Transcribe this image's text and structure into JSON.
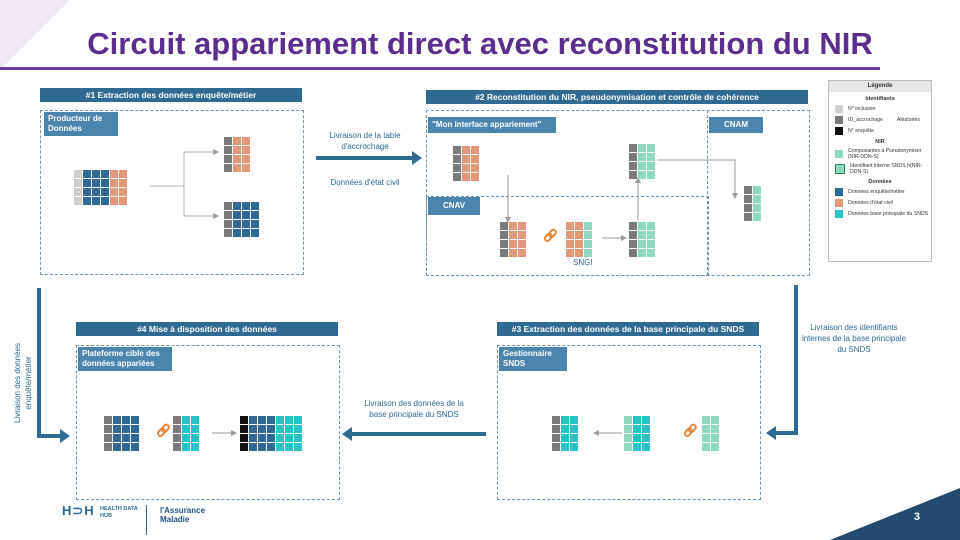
{
  "title": "Circuit appariement direct avec reconstitution du NIR",
  "page_number": "3",
  "sections": {
    "s1": {
      "header": "#1 Extraction des données enquête/métier",
      "box_label": "Producteur de Données"
    },
    "s2": {
      "header": "#2 Reconstitution du NIR, pseudonymisation et contrôle de cohérence",
      "interface_label": "\"Mon interface appariement\"",
      "cnam_label": "CNAM",
      "cnav_label": "CNAV",
      "sngi_label": "SNGI"
    },
    "s3": {
      "header": "#3 Extraction des données de la base principale du  SNDS",
      "box_label": "Gestionnaire SNDS"
    },
    "s4": {
      "header": "#4 Mise à disposition des données",
      "box_label": "Plateforme cible des données appariées"
    }
  },
  "flows": {
    "f1a": "Livraison de la table d'accrochage",
    "f1b": "Données d'état civil",
    "f2": "Livraison des identifiants internes de la base principale du SNDS",
    "f3": "Livraison des données de la base principale du SNDS",
    "f4": "Livraison des données enquête/métier"
  },
  "legend": {
    "title": "Légende",
    "identifiants": "Identifiants",
    "n_inclusion": "N° inclusion",
    "id_accrochage": "ID_accrochage",
    "aleatoires": "Aléatoires",
    "n_enquete": "N° enquête",
    "nir": "NIR",
    "composantes": "Composantes à Pseudonymiser (NIR-DDN-S)",
    "identifiant_interne": "Identifiant interne SNDS h(NIR-DDN-S)",
    "donnees": "Données",
    "donnees_enquete": "Données enquête/métier",
    "donnees_etat_civil": "Données d'état civil",
    "donnees_snds": "Données base principale du SNDS"
  },
  "logos": {
    "hdh": "HEALTH DATA HUB",
    "am": "l'Assurance Maladie"
  },
  "colors": {
    "inclusion": "#cfcfcf",
    "accrochage": "#7a7a7a",
    "enquete": "#111111",
    "nir": "#8fd8c2",
    "enquete_data": "#2e6a93",
    "etat_civil": "#e3987a",
    "snds": "#29c2c8"
  }
}
